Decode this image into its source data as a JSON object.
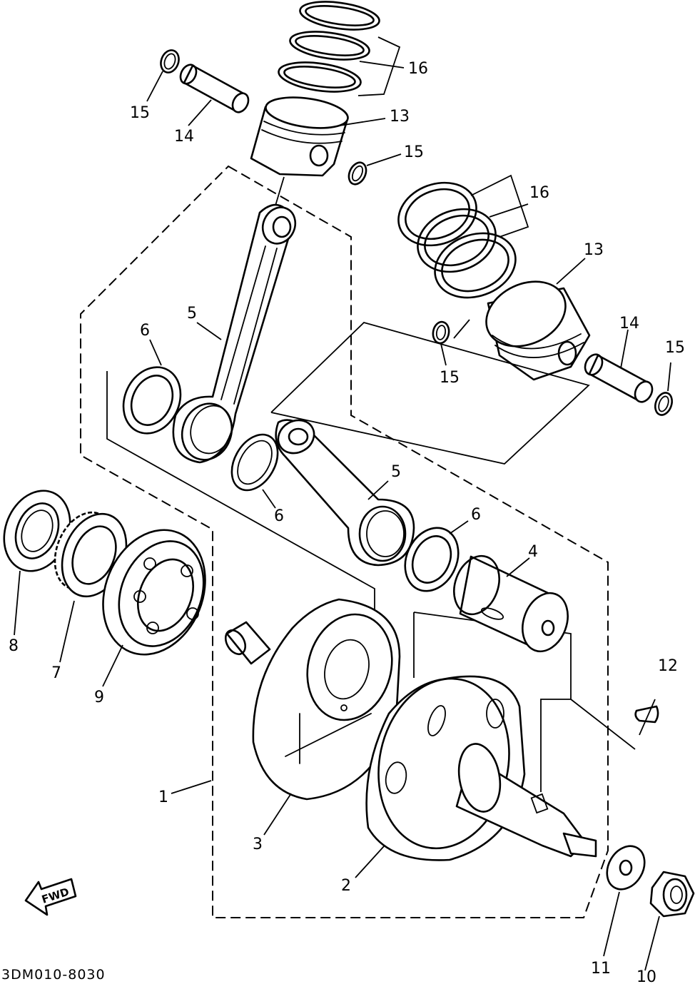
{
  "diagram": {
    "code": "3DM010-8030",
    "fwd_label": "FWD",
    "callouts": {
      "crankshaft_assy": "1",
      "crank_right": "2",
      "crank_left": "3",
      "crank_pin": "4",
      "rod_upper": "5",
      "rod_lower": "5",
      "washer_upper": "6",
      "washer_middle": "6",
      "washer_lower": "6",
      "gear_primary": "7",
      "oil_seal": "8",
      "bearing": "9",
      "nut": "10",
      "washer_plain": "11",
      "key_woodruff": "12",
      "piston_upper": "13",
      "piston_lower": "13",
      "pin_upper": "14",
      "pin_lower": "14",
      "clip_upper_left": "15",
      "clip_upper_right": "15",
      "clip_lower_left": "15",
      "clip_lower_right": "15",
      "rings_upper": "16",
      "rings_lower": "16"
    }
  }
}
